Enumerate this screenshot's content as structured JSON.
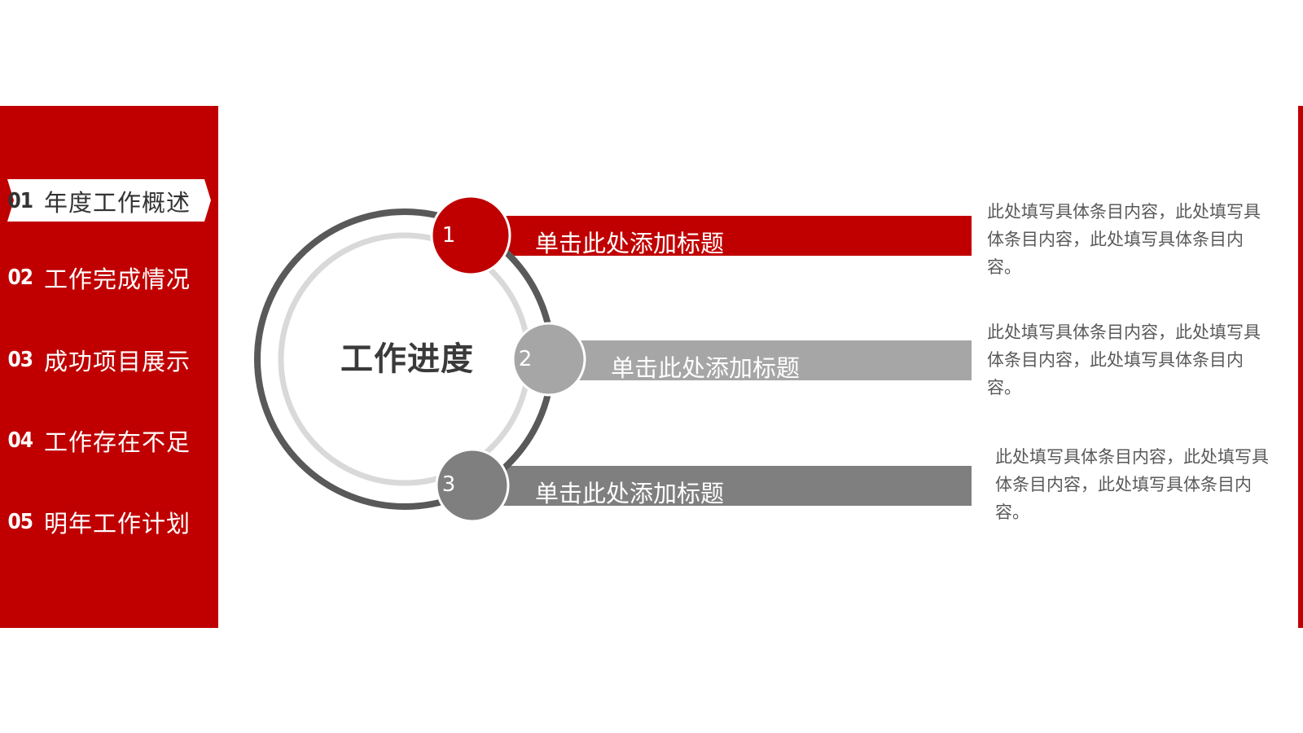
{
  "nav": {
    "items": [
      {
        "num": "01",
        "label": "年度工作概述"
      },
      {
        "num": "02",
        "label": "工作完成情况"
      },
      {
        "num": "03",
        "label": "成功项目展示"
      },
      {
        "num": "04",
        "label": "工作存在不足"
      },
      {
        "num": "05",
        "label": "明年工作计划"
      }
    ],
    "active_index": 0
  },
  "diagram": {
    "center_title": "工作进度",
    "steps": [
      {
        "num": "1",
        "title": "单击此处添加标题",
        "description": "此处填写具体条目内容，此处填写具体条目内容，此处填写具体条目内容。",
        "color": "#c00000"
      },
      {
        "num": "2",
        "title": "单击此处添加标题",
        "description": "此处填写具体条目内容，此处填写具体条目内容，此处填写具体条目内容。",
        "color": "#a6a6a6"
      },
      {
        "num": "3",
        "title": "单击此处添加标题",
        "description": "此处填写具体条目内容，此处填写具体条目内容，此处填写具体条目内容。",
        "color": "#7f7f7f"
      }
    ]
  },
  "colors": {
    "accent": "#c00000",
    "dark_ring": "#595959",
    "light_ring": "#d9d9d9"
  }
}
